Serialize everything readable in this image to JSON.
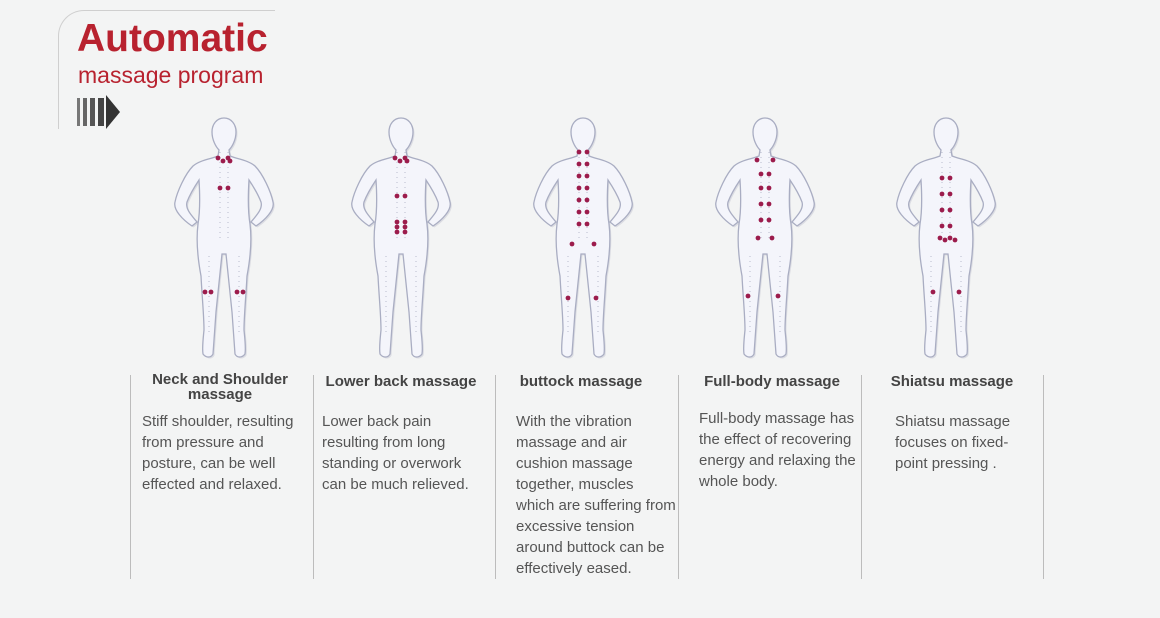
{
  "header": {
    "title": "Automatic",
    "subtitle": "massage program",
    "arrow_icon": "arrow-icon"
  },
  "colors": {
    "accent": "#b8222f",
    "point": "#9c1c4c",
    "text": "#555555"
  },
  "programs": [
    {
      "title": "Neck and Shoulder massage",
      "description": "Stiff shoulder, resulting from pressure and posture, can be well effected and relaxed."
    },
    {
      "title": "Lower back massage",
      "description": "Lower back pain resulting from long standing or overwork can be much relieved."
    },
    {
      "title": "buttock massage",
      "description": "With the vibration massage and air cushion massage together, muscles which are suffering from excessive tension around buttock can be effectively eased."
    },
    {
      "title": "Full-body massage",
      "description": "Full-body massage has the effect of recovering energy and relaxing the whole body."
    },
    {
      "title": "Shiatsu massage",
      "description": "Shiatsu massage focuses on fixed-point pressing ."
    }
  ]
}
